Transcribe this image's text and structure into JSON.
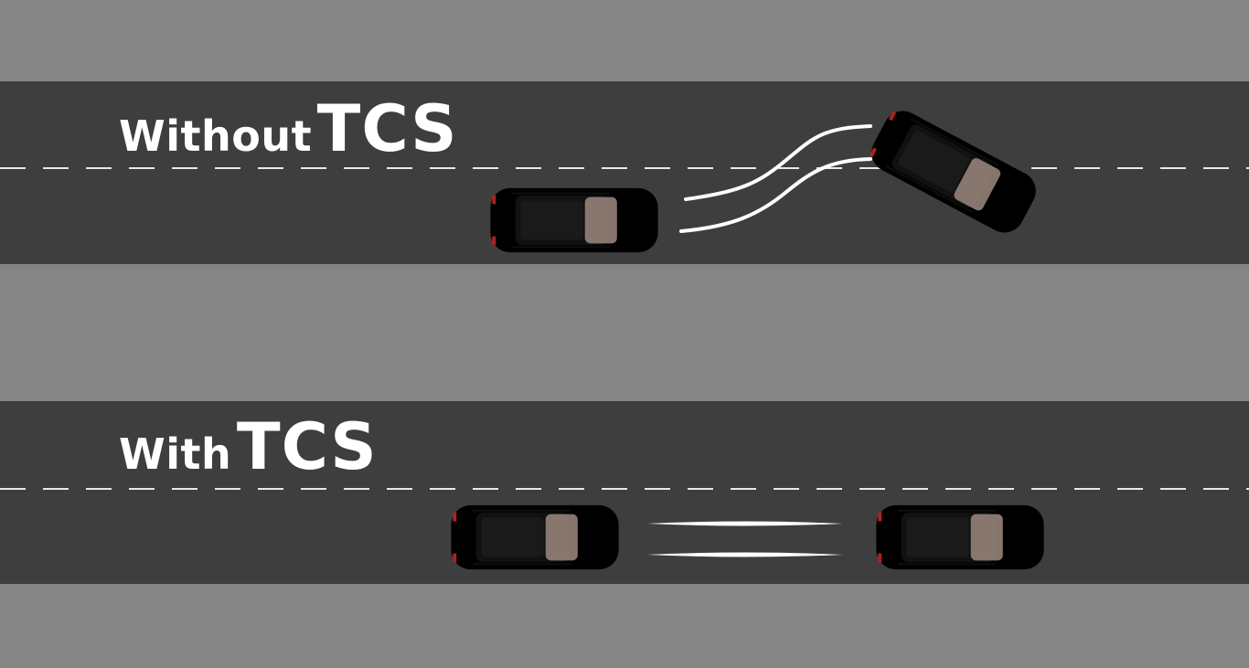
{
  "panels": [
    {
      "label_small": "Without",
      "label_big": "TCS",
      "car_color": "#2e6b66",
      "car_shade": "#1f4d49"
    },
    {
      "label_small": "With",
      "label_big": "TCS",
      "car_color": "#2f4f78",
      "car_shade": "#22385a"
    }
  ]
}
